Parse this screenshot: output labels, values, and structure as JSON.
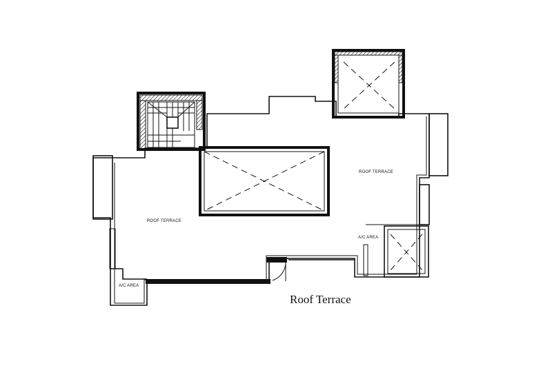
{
  "plan": {
    "caption": "Roof Terrace",
    "labels": {
      "terrace_left": "ROOF TERRACE",
      "terrace_right": "ROOF TERRACE",
      "ac_left": "A/C AREA",
      "ac_right": "A/C AREA"
    }
  },
  "colors": {
    "line": "#111111",
    "background": "#ffffff"
  }
}
